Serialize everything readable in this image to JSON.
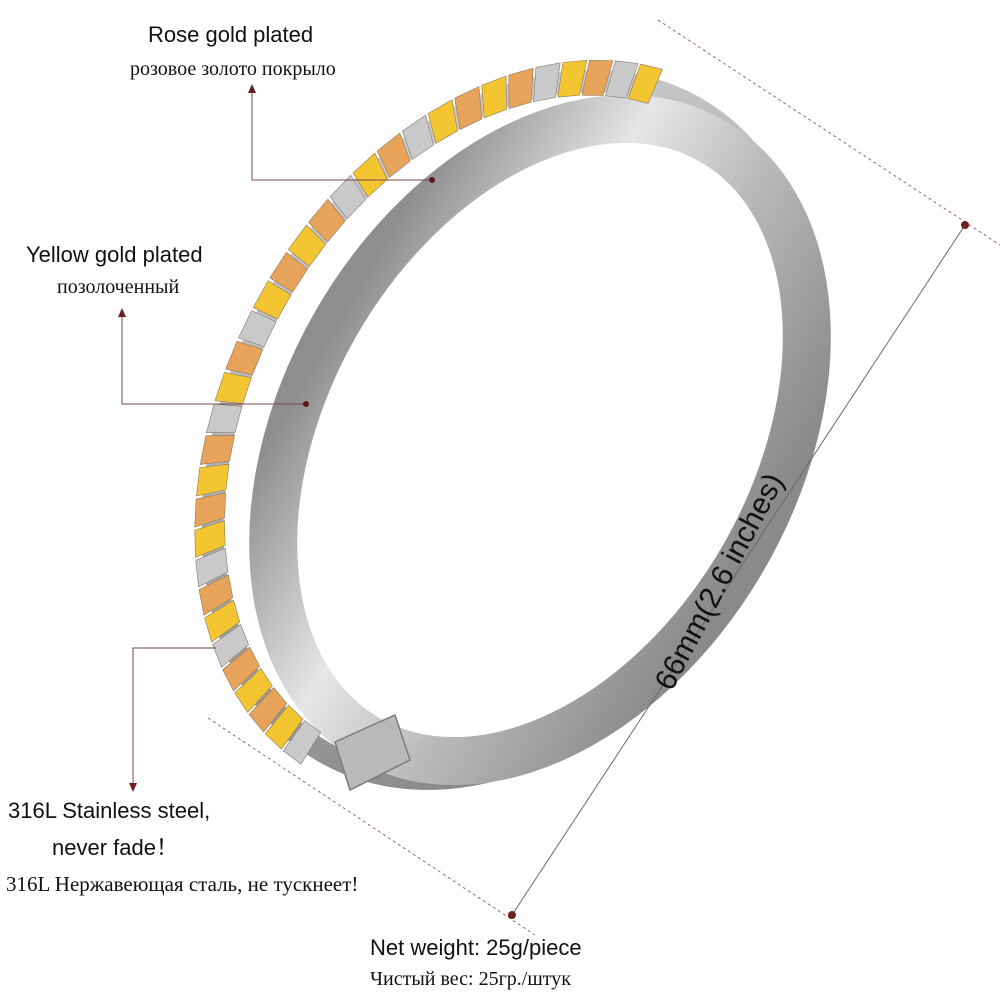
{
  "labels": {
    "rose_en": "Rose gold plated",
    "rose_ru": "розовое золото покрыло",
    "yellow_en": "Yellow gold plated",
    "yellow_ru": "позолоченный",
    "steel_en_line1": "316L Stainless steel,",
    "steel_en_line2": "never fade！",
    "steel_ru": "316L Нержавеющая сталь, не тускнеет!",
    "diameter": "66mm(2.6 inches)",
    "weight_en": "Net weight: 25g/piece",
    "weight_ru": "Чистый вес: 25гр./штук"
  },
  "colors": {
    "rose_gold": "#e8a35a",
    "yellow_gold": "#f2c531",
    "steel": "#c9c9cc",
    "callout_line": "#7a4a4a",
    "dim_line": "#9a6a6a"
  },
  "bangle": {
    "segment_pattern": [
      "steel",
      "yellow_gold",
      "rose_gold",
      "yellow_gold",
      "rose_gold",
      "steel",
      "yellow_gold",
      "rose_gold"
    ]
  }
}
